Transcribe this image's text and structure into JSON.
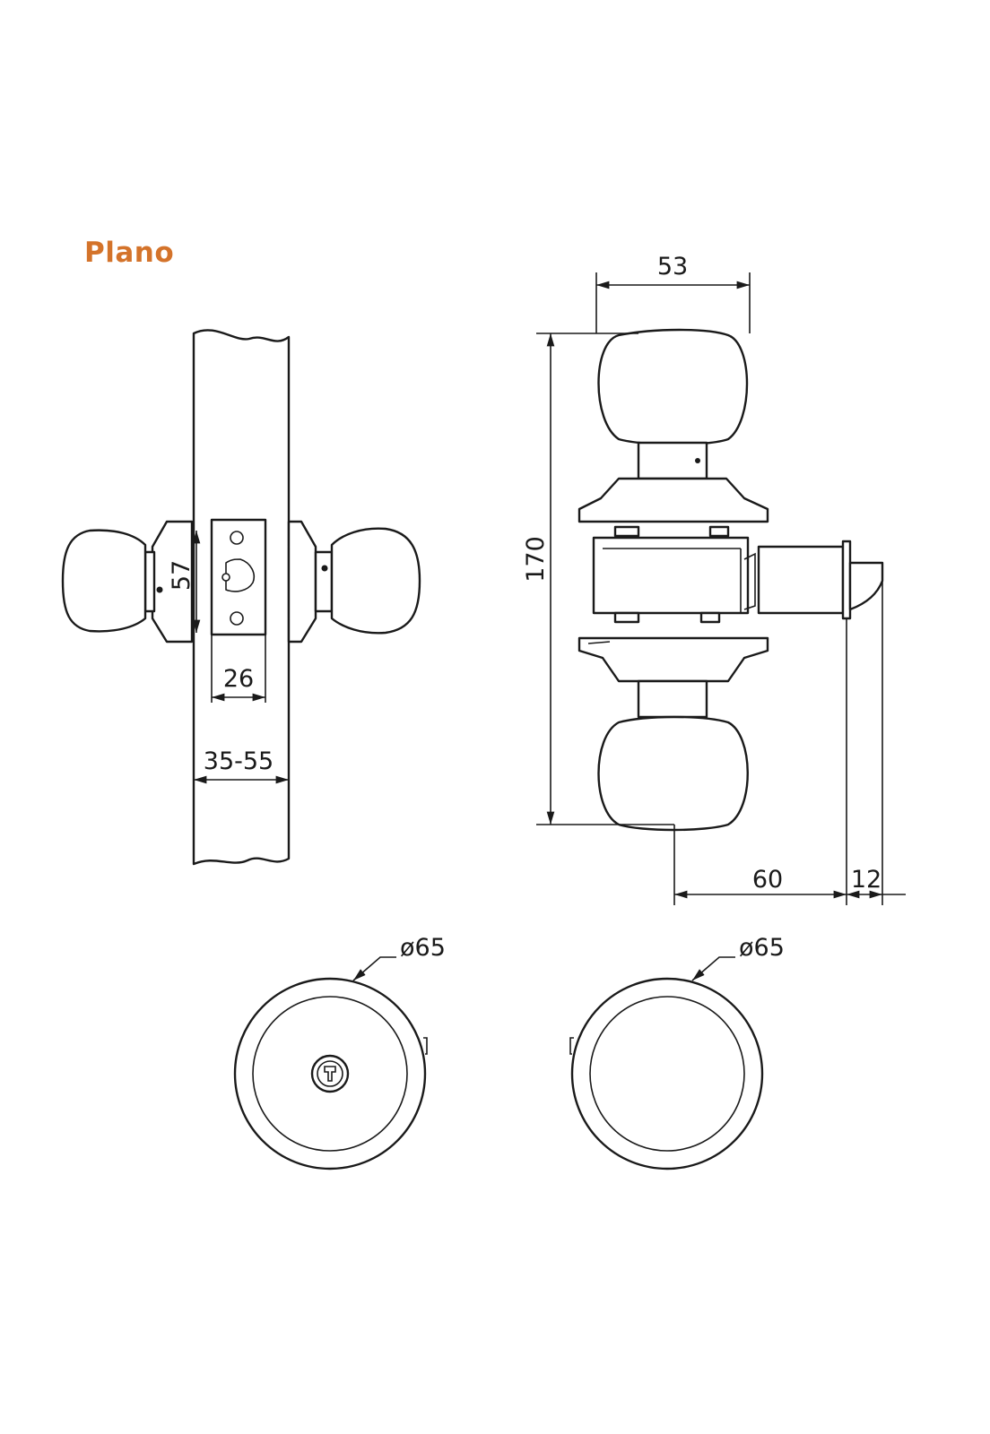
{
  "title": "Plano",
  "dimensions": {
    "width_53": "53",
    "height_170": "170",
    "rose_57": "57",
    "plate_26": "26",
    "door_thickness": "35-55",
    "backset_60": "60",
    "latch_12": "12",
    "diameter_left": "ø65",
    "diameter_right": "ø65"
  },
  "colors": {
    "title": "#d4732a",
    "line": "#1a1a1a",
    "background": "#ffffff"
  }
}
